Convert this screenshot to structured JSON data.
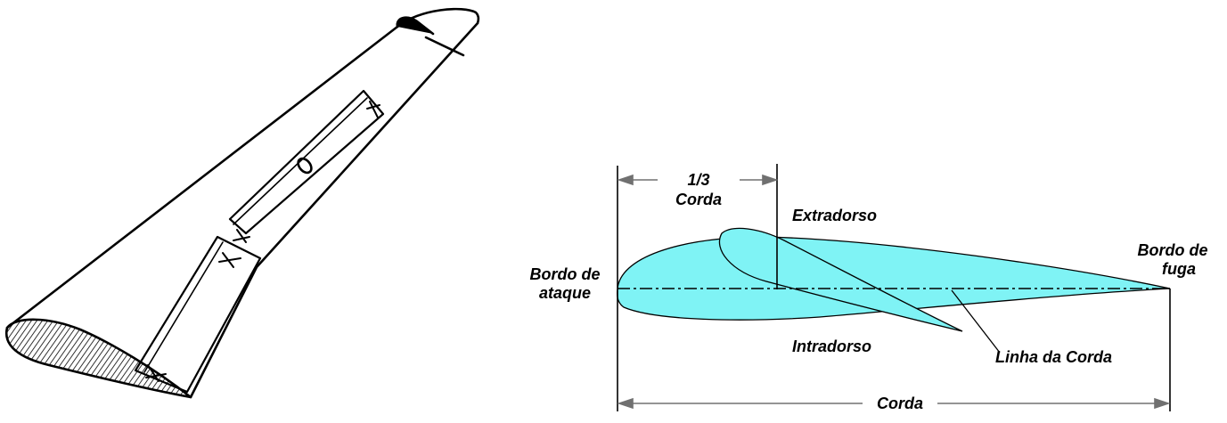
{
  "colors": {
    "airfoil_fill": "#7FF3F5",
    "line": "#000000",
    "arrow": "#707070"
  },
  "labels": {
    "one_third": "1/3",
    "corda_top": "Corda",
    "extradorso": "Extradorso",
    "bordo_ataque_1": "Bordo de",
    "bordo_ataque_2": "ataque",
    "bordo_fuga_1": "Bordo de",
    "bordo_fuga_2": "fuga",
    "intradorso": "Intradorso",
    "linha_corda": "Linha da Corda",
    "corda_bottom": "Corda"
  }
}
